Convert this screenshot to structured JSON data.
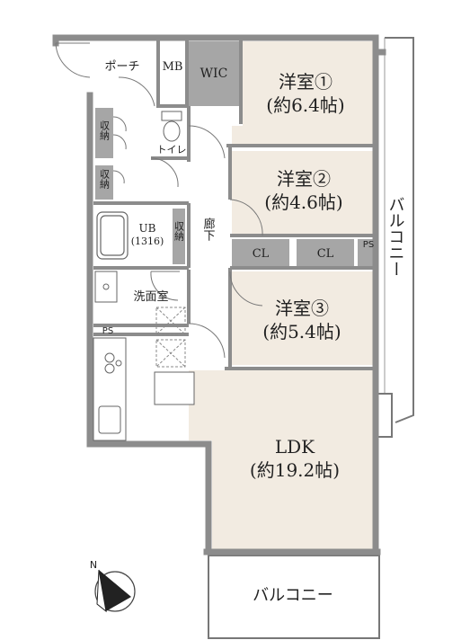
{
  "rooms": {
    "room1": {
      "name": "洋室①",
      "size": "(約6.4帖)"
    },
    "room2": {
      "name": "洋室②",
      "size": "(約4.6帖)"
    },
    "room3": {
      "name": "洋室③",
      "size": "(約5.4帖)"
    },
    "ldk": {
      "name": "LDK",
      "size": "(約19.2帖)"
    },
    "wic": "WIC",
    "mb": "MB",
    "porch": "ポーチ",
    "toilet": "トイレ",
    "storage": "収納",
    "corridor": "廊下",
    "ub": "UB",
    "ub_size": "(1316)",
    "washroom": "洗面室",
    "closet": "CL",
    "ps": "PS",
    "balcony_east": "バルコニー",
    "balcony_south": "バルコニー"
  },
  "compass": {
    "north_label": "N"
  },
  "colors": {
    "wall": "#8c8c8c",
    "room_fill": "#f2ebe1",
    "storage_fill": "#a6a6a6",
    "wet_fill": "#ffffff",
    "line": "#555555"
  }
}
